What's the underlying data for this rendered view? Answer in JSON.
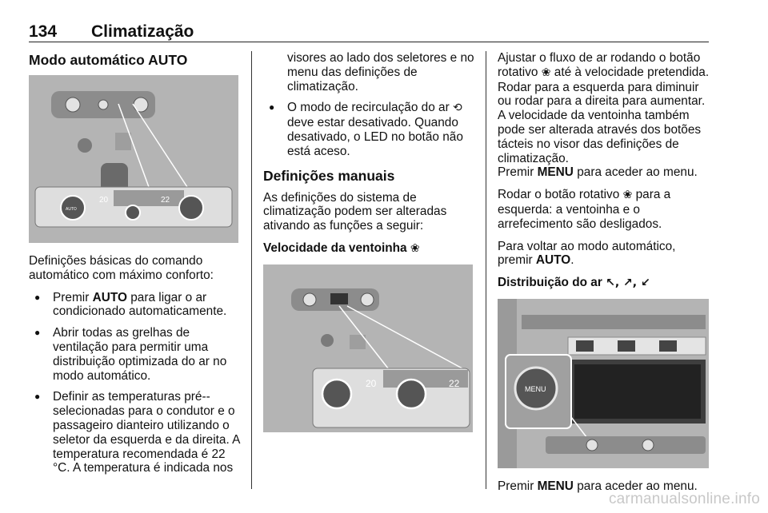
{
  "header": {
    "page_number": "134",
    "title": "Climatização"
  },
  "col1": {
    "heading": "Modo automático AUTO",
    "photo_labels": {
      "left_temp": "20",
      "right_temp": "22",
      "auto": "AUTO"
    },
    "intro": "Definições básicas do comando automático com máximo conforto:",
    "bullet1": {
      "pre": "Premir ",
      "bold": "AUTO",
      "post": " para ligar o ar condicionado automaticamente."
    },
    "bullet2": "Abrir todas as grelhas de ventilação para permitir uma distribuição optimizada do ar no modo automático.",
    "bullet3": "Definir as temperaturas pré--selecionadas para o condutor e o passageiro dianteiro utilizando o seletor da esquerda e da direita. A temperatura recomendada é 22 °C. A temperatura é indicada nos"
  },
  "col2": {
    "continuation": "visores ao lado dos seletores e no menu das definições de climatização.",
    "bullet": {
      "pre": "O modo de recirculação do ar ",
      "icon": "⟲",
      "post": " deve estar desativado. Quando desativado, o LED no botão não está aceso."
    },
    "heading": "Definições manuais",
    "intro": "As definições do sistema de climatização podem ser alteradas ativando as funções a seguir:",
    "subheading": "Velocidade da ventoinha",
    "fan_icon": "❀",
    "photo_labels": {
      "left_temp": "20",
      "right_temp": "22"
    }
  },
  "col3": {
    "p1_pre": "Ajustar o fluxo de ar rodando o botão rotativo ",
    "p1_post": " até à velocidade pretendida. Rodar para a esquerda para diminuir ou rodar para a direita para aumentar. A velocidade da ventoinha também pode ser alterada através dos botões tácteis no visor das definições de climatização.",
    "p1_b_pre": "Premir ",
    "menu": "MENU",
    "p1_b_post": " para aceder ao menu.",
    "p2_pre": "Rodar o botão rotativo ",
    "p2_post": " para a esquerda: a ventoinha e o arrefecimento são desligados.",
    "p3_pre": "Para voltar ao modo automático, premir ",
    "auto": "AUTO",
    "p3_post": ".",
    "subheading": "Distribuição do ar",
    "dist_icons": "↖, ↗, ↙",
    "photo_labels": {
      "menu_knob": "MENU"
    },
    "p4_pre": "Premir ",
    "p4_post": " para aceder ao menu."
  },
  "watermark": "carmanualsonline.info"
}
